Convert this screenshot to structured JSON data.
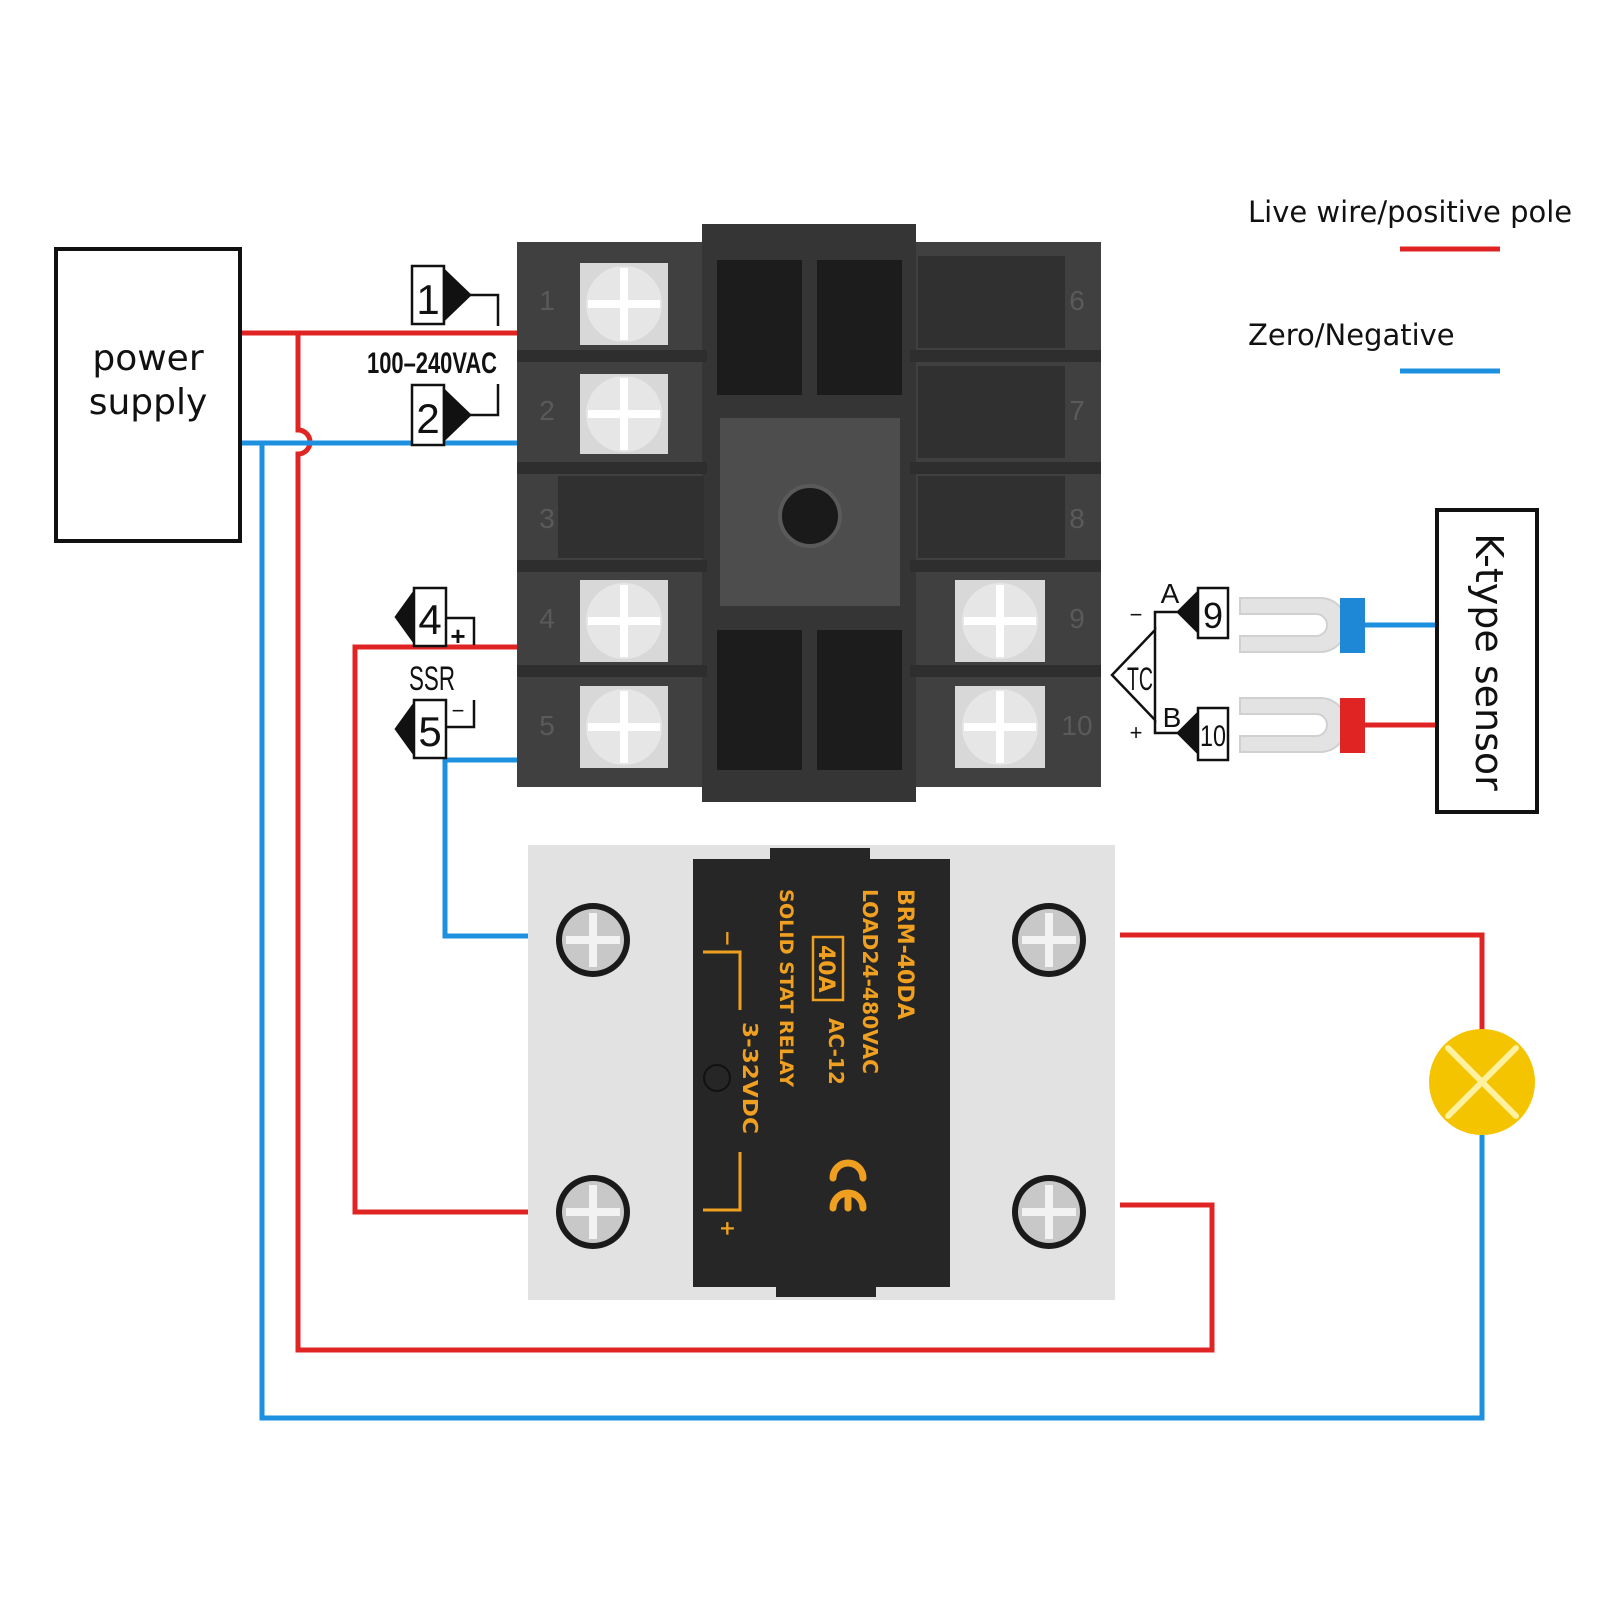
{
  "legend": {
    "live": {
      "label": "Live wire/positive pole",
      "color": "#e02424"
    },
    "neutral": {
      "label": "Zero/Negative",
      "color": "#1e90e0"
    }
  },
  "power_supply": {
    "line1": "power",
    "line2": "supply"
  },
  "controller": {
    "voltage_label": "100–240VAC",
    "ssr_label": "SSR",
    "terminal_numbers": [
      "1",
      "2",
      "3",
      "4",
      "5",
      "6",
      "7",
      "8",
      "9",
      "10"
    ],
    "pin_labels": {
      "t1": "1",
      "t2": "2",
      "t4": "4",
      "t5": "5",
      "t9": "9",
      "t10": "10"
    },
    "plus": "+",
    "minus": "−",
    "tc_label": "TC",
    "tc_a": "A",
    "tc_b": "B"
  },
  "sensor": {
    "label": "K-type sensor"
  },
  "ssr_relay": {
    "model": "BRM-40DA",
    "load": "LOAD24-480VAC",
    "current": "40A",
    "ac_class": "AC-12",
    "type": "SOLID STAT RELAY",
    "input": "3-32VDC",
    "ce_mark": "CE",
    "minus": "−",
    "plus": "+",
    "text_color": "#f0a020"
  },
  "lamp": {
    "color": "#f5c400",
    "icon": "lamp-x-icon"
  }
}
